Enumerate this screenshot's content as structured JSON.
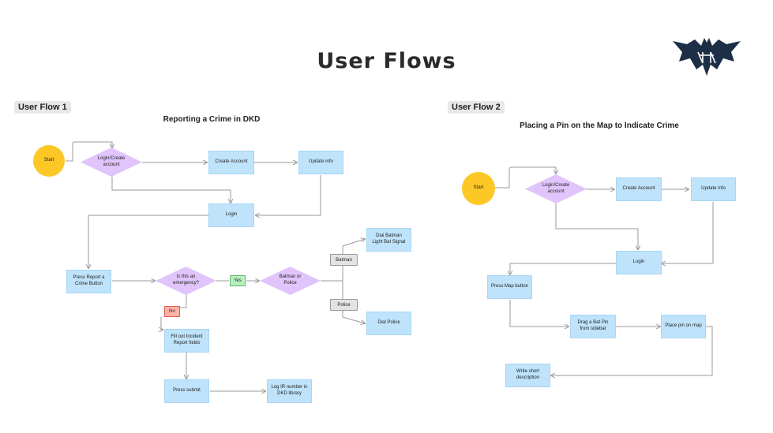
{
  "title": "User Flows",
  "logo": {
    "icon": "bat-logo-icon",
    "colors": {
      "primary": "#1d2f46",
      "accent": "#ffffff"
    }
  },
  "colors": {
    "process": "#bfe3fb",
    "decision": "#e0c4fb",
    "start": "#fdc826",
    "yes": "#b9efbf",
    "no": "#ffb3a8",
    "label": "#e3e3e3",
    "connector": "#9a9a9a"
  },
  "flow1": {
    "tag": "User Flow 1",
    "subtitle": "Reporting a Crime in DKD",
    "nodes": {
      "start": "Start",
      "login_create": "Login/Create account",
      "create_account": "Create Account",
      "update_info": "Update info",
      "login": "Login",
      "press_report": "Press Report a Crime Button",
      "emergency": "Is this an emergency?",
      "yes": "Yes",
      "batman_or_police": "Batman or Police",
      "batman_label": "Batman",
      "police_label": "Police",
      "dial_batman": "Dial Batman Light Bat Signal",
      "dial_police": "Dial Police",
      "no": "No",
      "fill_out": "Fill out Incident Report fields",
      "press_submit": "Press submit",
      "log_ir": "Log IR number in DKD library"
    }
  },
  "flow2": {
    "tag": "User Flow 2",
    "subtitle": "Placing a Pin on the Map to Indicate Crime",
    "nodes": {
      "start": "Start",
      "login_create": "Login/Create account",
      "create_account": "Create Account",
      "update_info": "Update info",
      "login": "Login",
      "press_map": "Press Map button",
      "drag_pin": "Drag a Bat Pin from sidebar",
      "place_pin": "Place pin on map",
      "write_desc": "Write short description"
    }
  }
}
